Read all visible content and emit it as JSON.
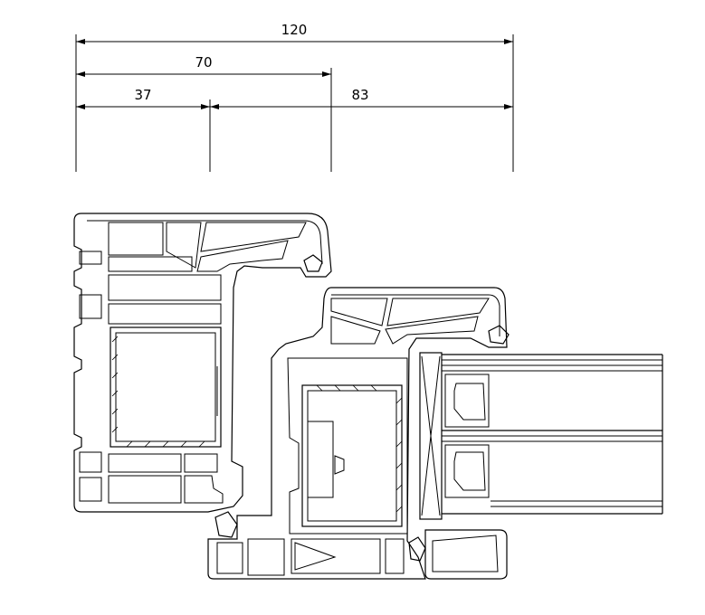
{
  "dimensions": {
    "overall": "120",
    "middle": "70",
    "left": "37",
    "right": "83"
  },
  "colors": {
    "line": "#000000",
    "background": "#ffffff"
  }
}
